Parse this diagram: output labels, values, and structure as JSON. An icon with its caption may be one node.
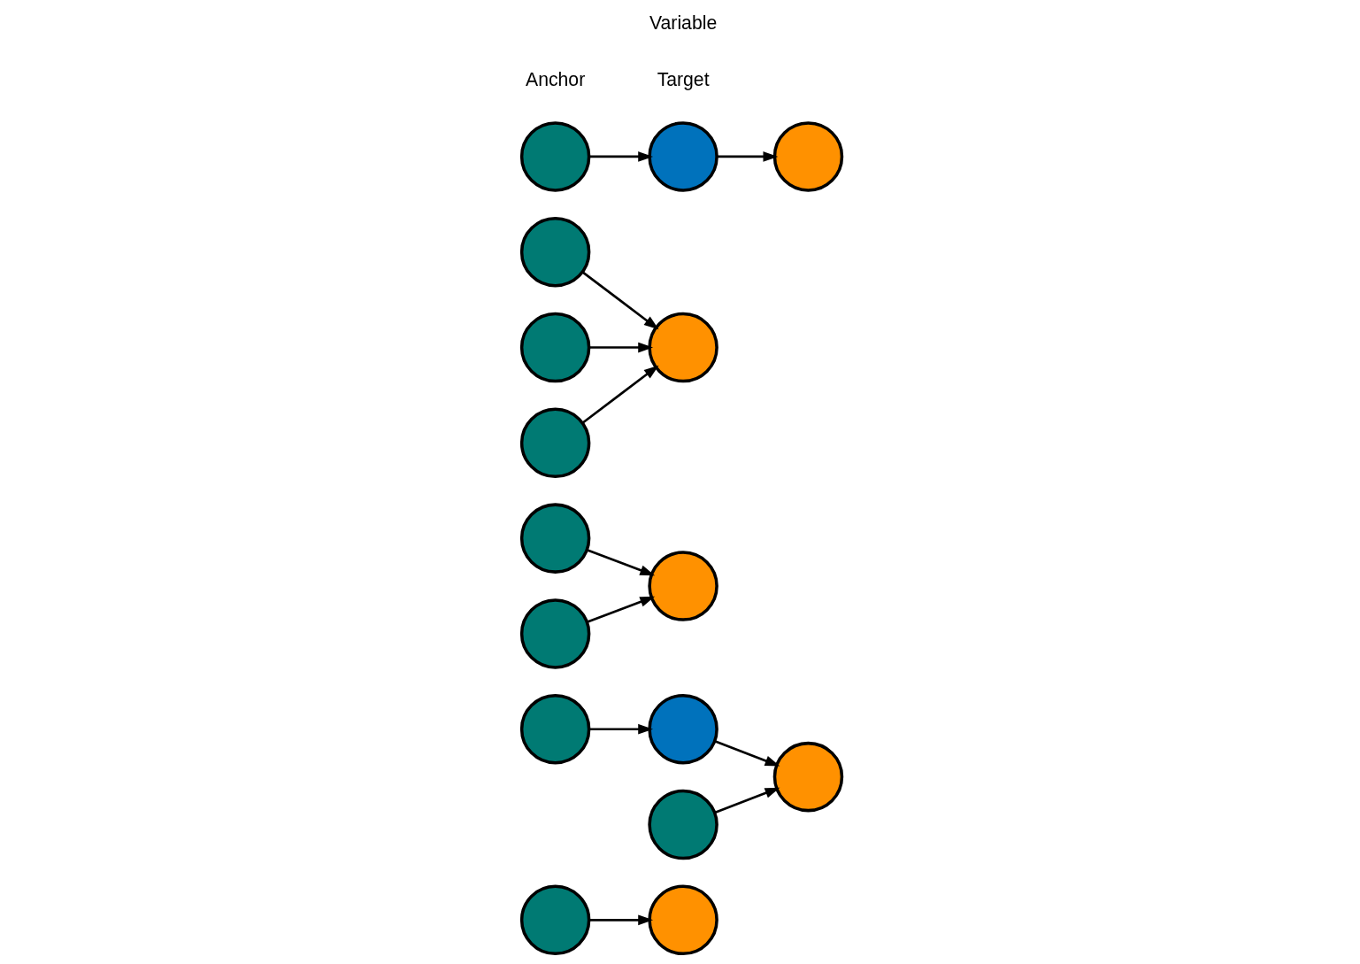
{
  "diagram": {
    "nodes": [
      {
        "text": [],
        "shape": "circle"
      },
      {
        "text": [],
        "shape": "circle"
      },
      {
        "text": [],
        "shape": "circle"
      },
      {
        "text": [],
        "shape": "circle"
      },
      {
        "text": [],
        "shape": "circle"
      },
      {
        "text": [],
        "shape": "circle"
      },
      {
        "text": [],
        "shape": "circle"
      },
      {
        "text": [],
        "shape": "circle"
      },
      {
        "text": [],
        "shape": "circle"
      },
      {
        "text": [],
        "shape": "circle"
      },
      {
        "text": [],
        "shape": "circle"
      },
      {
        "text": [],
        "shape": "circle"
      },
      {
        "text": [],
        "shape": "circle"
      },
      {
        "text": [],
        "shape": "circle"
      },
      {
        "text": [],
        "shape": "circle"
      },
      {
        "text": [],
        "shape": "circle"
      }
    ],
    "edges": [
      {
        "from": 0,
        "to": 1,
        "arrow": "to"
      },
      {
        "from": 2,
        "to": 3,
        "arrow": "to"
      },
      {
        "from": 3,
        "to": 5,
        "arrow": "to"
      },
      {
        "from": 7,
        "to": 5,
        "arrow": "to"
      },
      {
        "from": 4,
        "to": 6,
        "arrow": "to"
      },
      {
        "from": 8,
        "to": 6,
        "arrow": "to"
      },
      {
        "from": 12,
        "to": 13,
        "arrow": "to"
      },
      {
        "from": 13,
        "to": 14,
        "arrow": "to"
      },
      {
        "from": 9,
        "to": 11,
        "arrow": "to"
      },
      {
        "from": 10,
        "to": 11,
        "arrow": "to"
      },
      {
        "from": 15,
        "to": 11,
        "arrow": "to"
      }
    ],
    "labels": [
      "Anchor",
      "Target",
      "Variable"
    ]
  }
}
